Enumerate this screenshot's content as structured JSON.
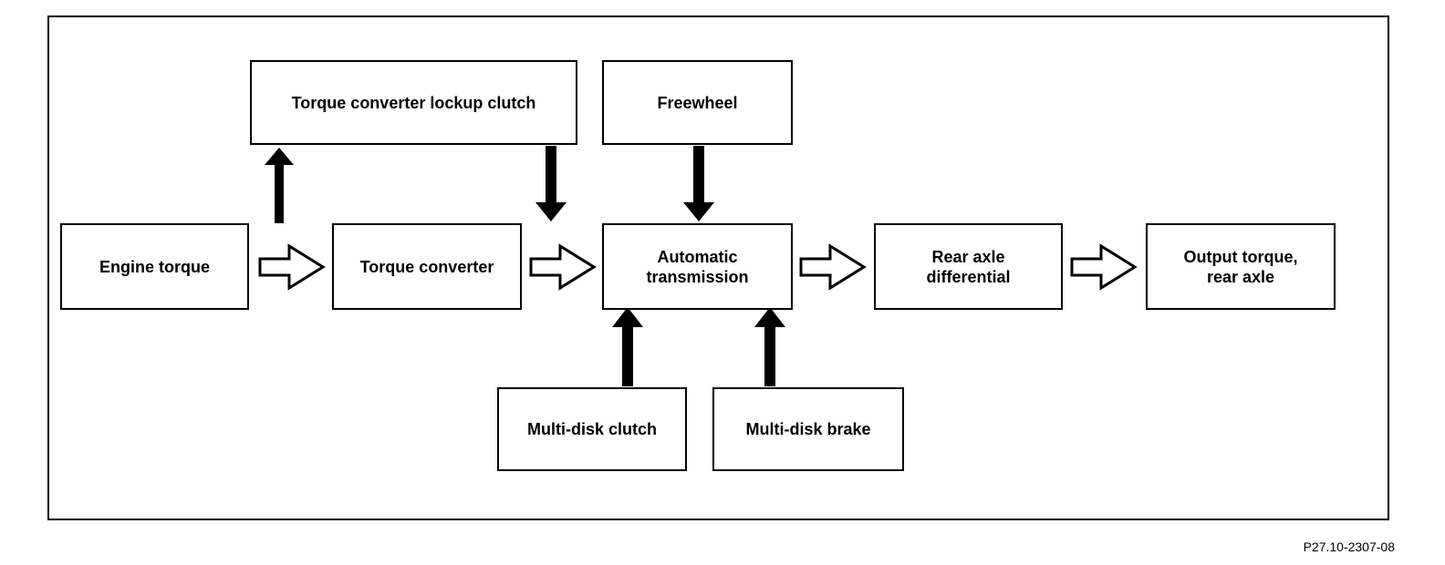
{
  "diagram": {
    "boxes": {
      "engine_torque": "Engine torque",
      "torque_converter": "Torque converter",
      "lockup_clutch": "Torque converter lockup clutch",
      "freewheel": "Freewheel",
      "automatic_transmission_line1": "Automatic",
      "automatic_transmission_line2": "transmission",
      "rear_axle_line1": "Rear axle",
      "rear_axle_line2": "differential",
      "output_line1": "Output torque,",
      "output_line2": "rear axle",
      "multi_disk_clutch": "Multi-disk clutch",
      "multi_disk_brake": "Multi-disk brake"
    },
    "figure_code": "P27.10-2307-08"
  },
  "colors": {
    "line": "#000000",
    "background": "#ffffff"
  }
}
